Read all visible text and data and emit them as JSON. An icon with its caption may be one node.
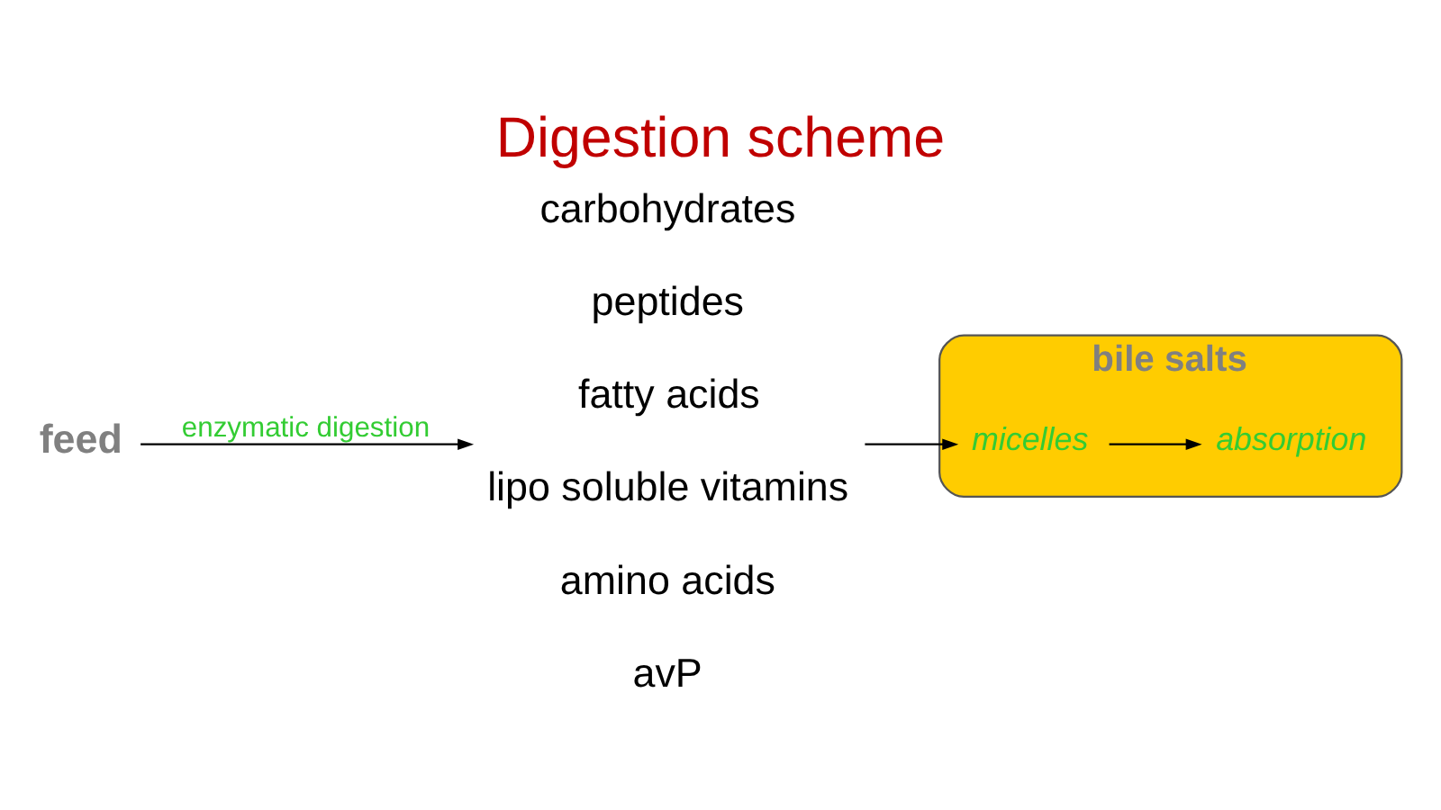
{
  "diagram": {
    "title": "Digestion scheme",
    "nodes": [
      {
        "text": [
          "feed"
        ]
      },
      {
        "text": [
          "carbohydrates",
          "peptides",
          "fatty acids",
          "lipo soluble vitamins",
          "amino acids",
          "avP"
        ]
      },
      {
        "text": [
          "bile salts"
        ]
      },
      {
        "text": [
          "micelles"
        ],
        "in": 2
      },
      {
        "text": [
          "absorption"
        ],
        "in": 2
      }
    ],
    "edges": [
      {
        "from": 0,
        "to": 1,
        "arrow": "to",
        "label": "enzymatic digestion"
      },
      {
        "from": 1,
        "to": 3,
        "arrow": "to"
      },
      {
        "from": 3,
        "to": 4,
        "arrow": "to"
      }
    ]
  }
}
